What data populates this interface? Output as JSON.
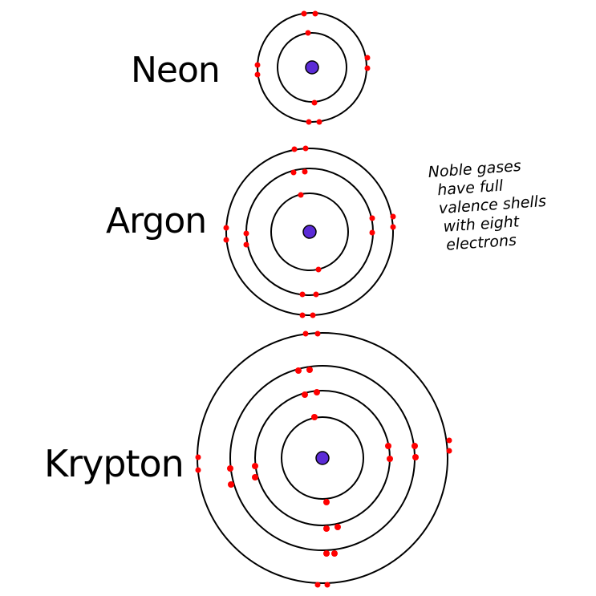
{
  "atoms": {
    "neon": {
      "label": "Neon"
    },
    "argon": {
      "label": "Argon"
    },
    "krypton": {
      "label": "Krypton"
    }
  },
  "note": {
    "lines": [
      "Noble gases",
      "have full",
      "valence shells",
      "with eight",
      "electrons"
    ]
  },
  "colors": {
    "nucleus": "#5b2bd6",
    "electron": "#ff0000",
    "shell": "#000000"
  }
}
